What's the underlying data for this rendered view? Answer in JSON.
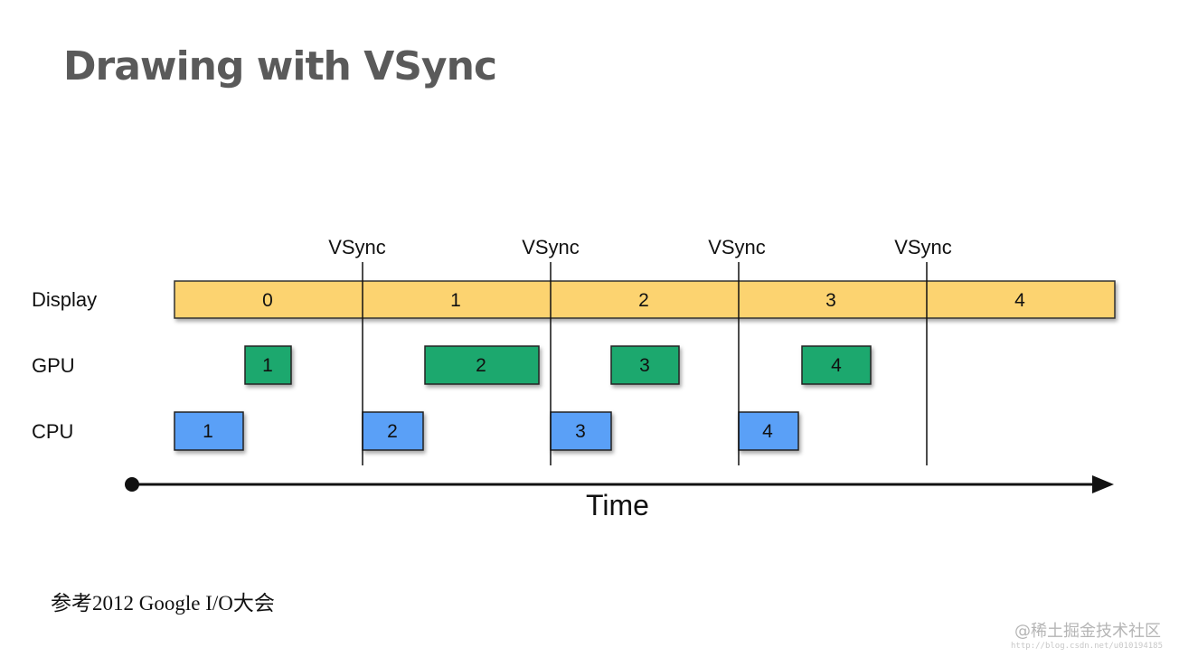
{
  "title": "Drawing with VSync",
  "vsync_label": "VSync",
  "rows": {
    "display": "Display",
    "gpu": "GPU",
    "cpu": "CPU"
  },
  "time_label": "Time",
  "display_frames": [
    "0",
    "1",
    "2",
    "3",
    "4"
  ],
  "gpu_frames": [
    "1",
    "2",
    "3",
    "4"
  ],
  "cpu_frames": [
    "1",
    "2",
    "3",
    "4"
  ],
  "colors": {
    "display": "#fcd36f",
    "gpu": "#1fa86e",
    "cpu": "#5aa0f7",
    "title": "#5a5a5a"
  },
  "caption": "参考2012 Google I/O大会",
  "watermark": "@稀土掘金技术社区",
  "watermark_url": "http://blog.csdn.net/u010194185"
}
